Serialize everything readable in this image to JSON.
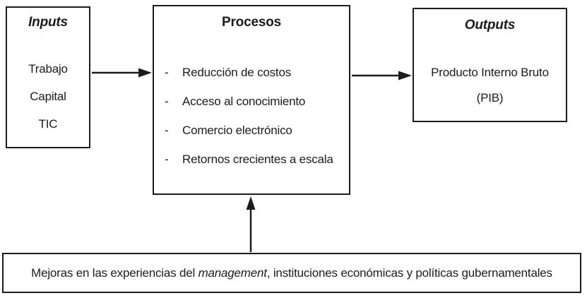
{
  "diagram": {
    "colors": {
      "line": "#1c1c1c",
      "background": "#ffffff"
    },
    "inputs_box": {
      "title": "Inputs",
      "items": [
        "Trabajo",
        "Capital",
        "TIC"
      ]
    },
    "procesos_box": {
      "title": "Procesos",
      "bullet_marker": "-",
      "items": [
        "Reducción de costos",
        "Acceso al conocimiento",
        "Comercio electrónico",
        "Retornos crecientes a escala"
      ]
    },
    "outputs_box": {
      "title": "Outputs",
      "line1": "Producto Interno Bruto",
      "line2": "(PIB)"
    },
    "bottom_box": {
      "text_before": "Mejoras en las experiencias del ",
      "italic_word": "management",
      "text_after": ", instituciones económicas y políticas gubernamentales"
    }
  }
}
